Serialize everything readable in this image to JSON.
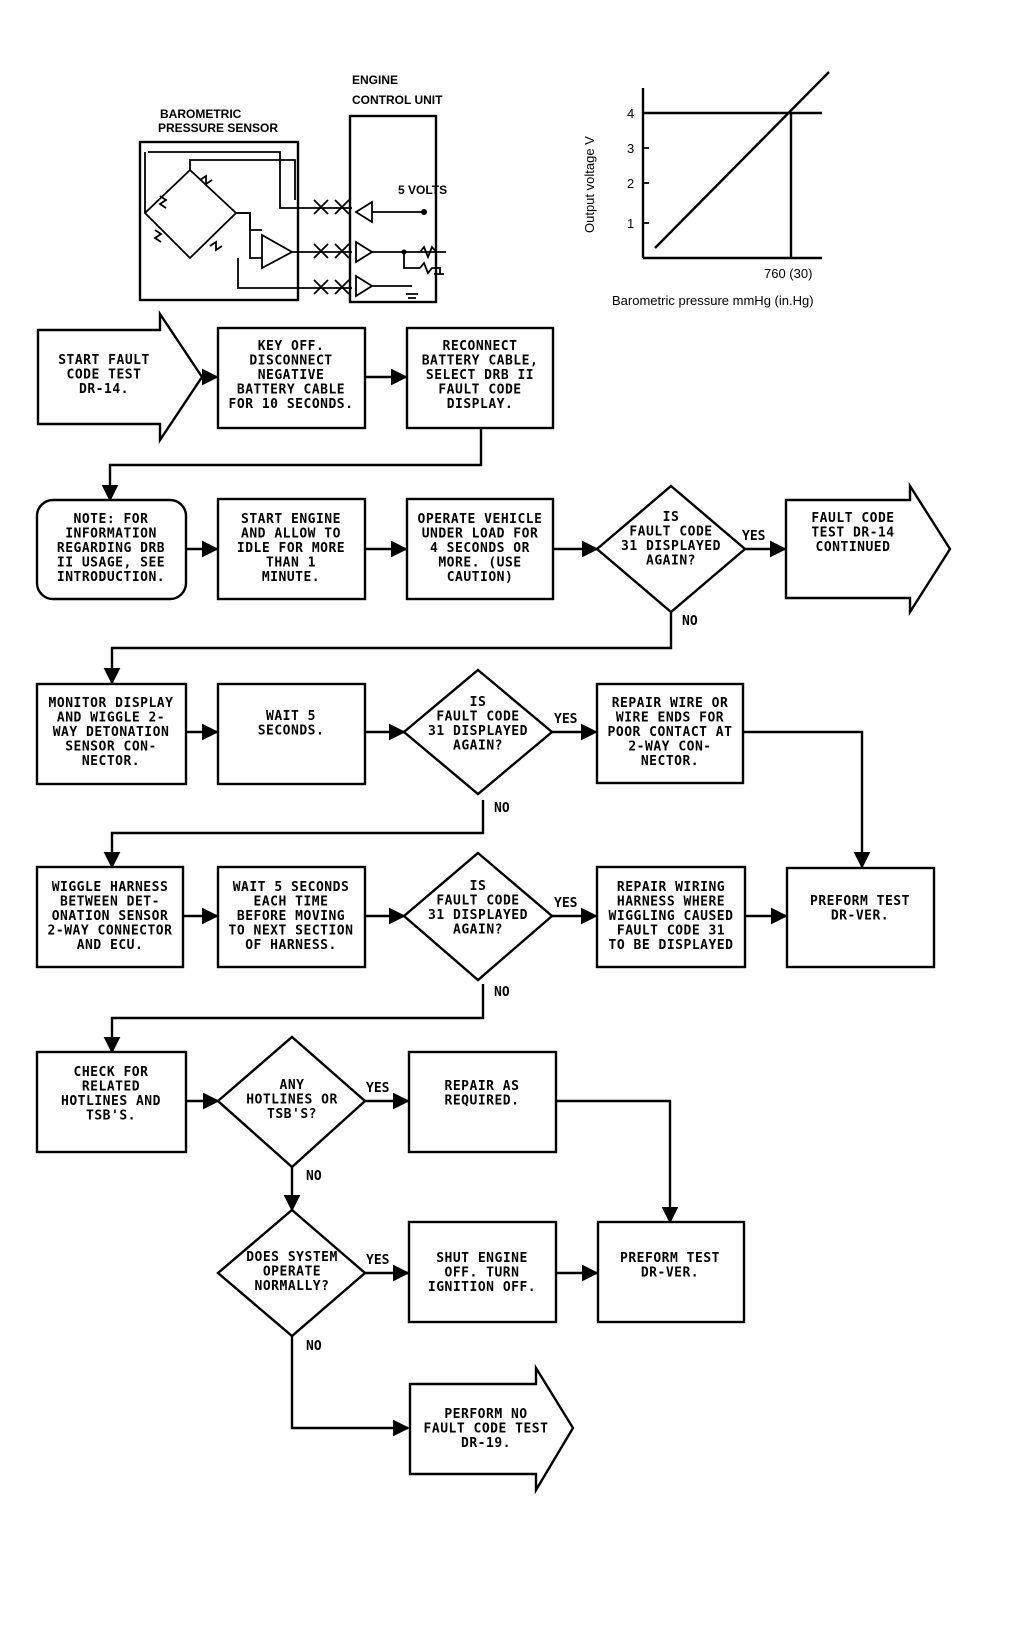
{
  "schematic": {
    "sensor_label": [
      "BAROMETRIC",
      "PRESSURE SENSOR"
    ],
    "ecu_label": [
      "ENGINE",
      "CONTROL UNIT"
    ],
    "volts_label": "5 VOLTS"
  },
  "graph": {
    "ylabel": "Output voltage V",
    "xlabel": "Barometric pressure mmHg (in.Hg)",
    "y_ticks": [
      "1",
      "2",
      "3",
      "4"
    ],
    "x_tick": "760 (30)"
  },
  "chart_data": {
    "type": "line",
    "xlabel": "Barometric pressure mmHg (in.Hg)",
    "ylabel": "Output voltage V",
    "x_ticks": [
      "760 (30)"
    ],
    "y_ticks": [
      1,
      2,
      3,
      4
    ],
    "reference_point": {
      "x": "760 (30)",
      "y": 4
    }
  },
  "flowchart": {
    "start": [
      "START FAULT",
      "CODE TEST",
      "DR-14."
    ],
    "key_off": [
      "KEY OFF.",
      "DISCONNECT",
      "NEGATIVE",
      "BATTERY CABLE",
      "FOR 10 SECONDS."
    ],
    "reconnect": [
      "RECONNECT",
      "BATTERY CABLE,",
      "SELECT DRB II",
      "FAULT CODE",
      "DISPLAY."
    ],
    "note": [
      "NOTE: FOR",
      "INFORMATION",
      "REGARDING DRB",
      "II USAGE, SEE",
      "INTRODUCTION."
    ],
    "start_engine": [
      "START ENGINE",
      "AND ALLOW TO",
      "IDLE FOR MORE",
      "THAN 1",
      "MINUTE."
    ],
    "operate": [
      "OPERATE VEHICLE",
      "UNDER LOAD FOR",
      "4 SECONDS OR",
      "MORE. (USE",
      "CAUTION)"
    ],
    "decision1": [
      "IS",
      "FAULT CODE",
      "31 DISPLAYED",
      "AGAIN?"
    ],
    "continued": [
      "FAULT CODE",
      "TEST DR-14",
      "CONTINUED"
    ],
    "monitor": [
      "MONITOR DISPLAY",
      "AND WIGGLE 2-",
      "WAY DETONATION",
      "SENSOR CON-",
      "NECTOR."
    ],
    "wait5": [
      "WAIT 5",
      "SECONDS."
    ],
    "decision2": [
      "IS",
      "FAULT CODE",
      "31 DISPLAYED",
      "AGAIN?"
    ],
    "repair_wire": [
      "REPAIR WIRE OR",
      "WIRE ENDS FOR",
      "POOR CONTACT AT",
      "2-WAY CON-",
      "NECTOR."
    ],
    "wiggle": [
      "WIGGLE HARNESS",
      "BETWEEN DET-",
      "ONATION SENSOR",
      "2-WAY CONNECTOR",
      "AND ECU."
    ],
    "wait5_each": [
      "WAIT 5 SECONDS",
      "EACH TIME",
      "BEFORE MOVING",
      "TO NEXT SECTION",
      "OF HARNESS."
    ],
    "decision3": [
      "IS",
      "FAULT CODE",
      "31 DISPLAYED",
      "AGAIN?"
    ],
    "repair_wiring": [
      "REPAIR WIRING",
      "HARNESS WHERE",
      "WIGGLING CAUSED",
      "FAULT CODE 31",
      "TO BE DISPLAYED"
    ],
    "perform_ver1": [
      "PREFORM TEST",
      "DR-VER."
    ],
    "check_hotlines": [
      "CHECK FOR",
      "RELATED",
      "HOTLINES AND",
      "TSB'S."
    ],
    "decision4": [
      "ANY",
      "HOTLINES OR",
      "TSB'S?"
    ],
    "repair_required": [
      "REPAIR AS",
      "REQUIRED."
    ],
    "decision5": [
      "DOES SYSTEM",
      "OPERATE",
      "NORMALLY?"
    ],
    "shut_engine": [
      "SHUT ENGINE",
      "OFF. TURN",
      "IGNITION OFF."
    ],
    "perform_ver2": [
      "PREFORM TEST",
      "DR-VER."
    ],
    "no_fault": [
      "PERFORM NO",
      "FAULT CODE TEST",
      "DR-19."
    ],
    "yes_label": "YES",
    "no_label": "NO"
  }
}
